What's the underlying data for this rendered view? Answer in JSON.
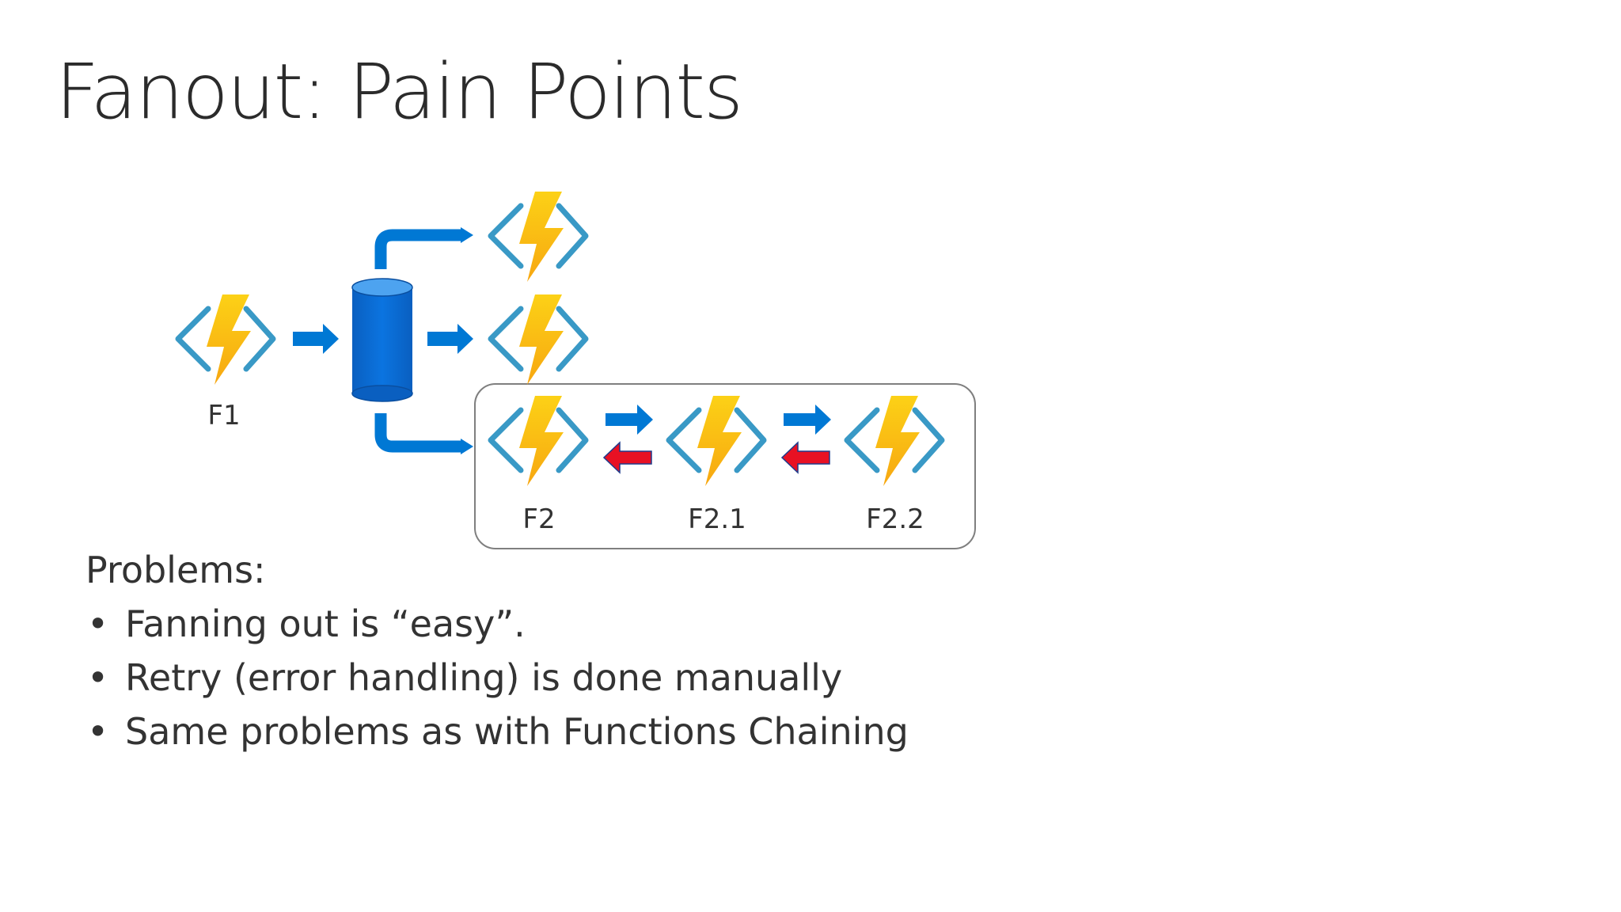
{
  "slide": {
    "title": "Fanout: Pain Points"
  },
  "diagram": {
    "nodes": [
      {
        "id": "F1",
        "label": "F1",
        "icon": "azure-functions-icon"
      },
      {
        "id": "queue",
        "label": "",
        "icon": "queue-cylinder-icon"
      },
      {
        "id": "F_top",
        "label": "",
        "icon": "azure-functions-icon"
      },
      {
        "id": "F_mid",
        "label": "",
        "icon": "azure-functions-icon"
      },
      {
        "id": "F2",
        "label": "F2",
        "icon": "azure-functions-icon"
      },
      {
        "id": "F2.1",
        "label": "F2.1",
        "icon": "azure-functions-icon"
      },
      {
        "id": "F2.2",
        "label": "F2.2",
        "icon": "azure-functions-icon"
      }
    ],
    "edges": [
      {
        "from": "F1",
        "to": "queue"
      },
      {
        "from": "queue",
        "to": "F_top"
      },
      {
        "from": "queue",
        "to": "F_mid"
      },
      {
        "from": "queue",
        "to": "F2"
      },
      {
        "from": "F2",
        "to": "F2.1",
        "bidirectional": true
      },
      {
        "from": "F2.1",
        "to": "F2.2",
        "bidirectional": true
      }
    ],
    "colors": {
      "arrow_blue": "#0078D4",
      "arrow_red": "#E81123",
      "bolt_yellow": "#FCD116",
      "bolt_orange": "#F7A711",
      "bracket_blue": "#3999C6",
      "cylinder_blue": "#0A6FD8",
      "group_border": "#7F7F7F"
    }
  },
  "problems": {
    "heading": "Problems:",
    "items": [
      "Fanning out is “easy”.",
      "Retry (error handling) is done manually",
      "Same problems as with Functions Chaining"
    ]
  }
}
